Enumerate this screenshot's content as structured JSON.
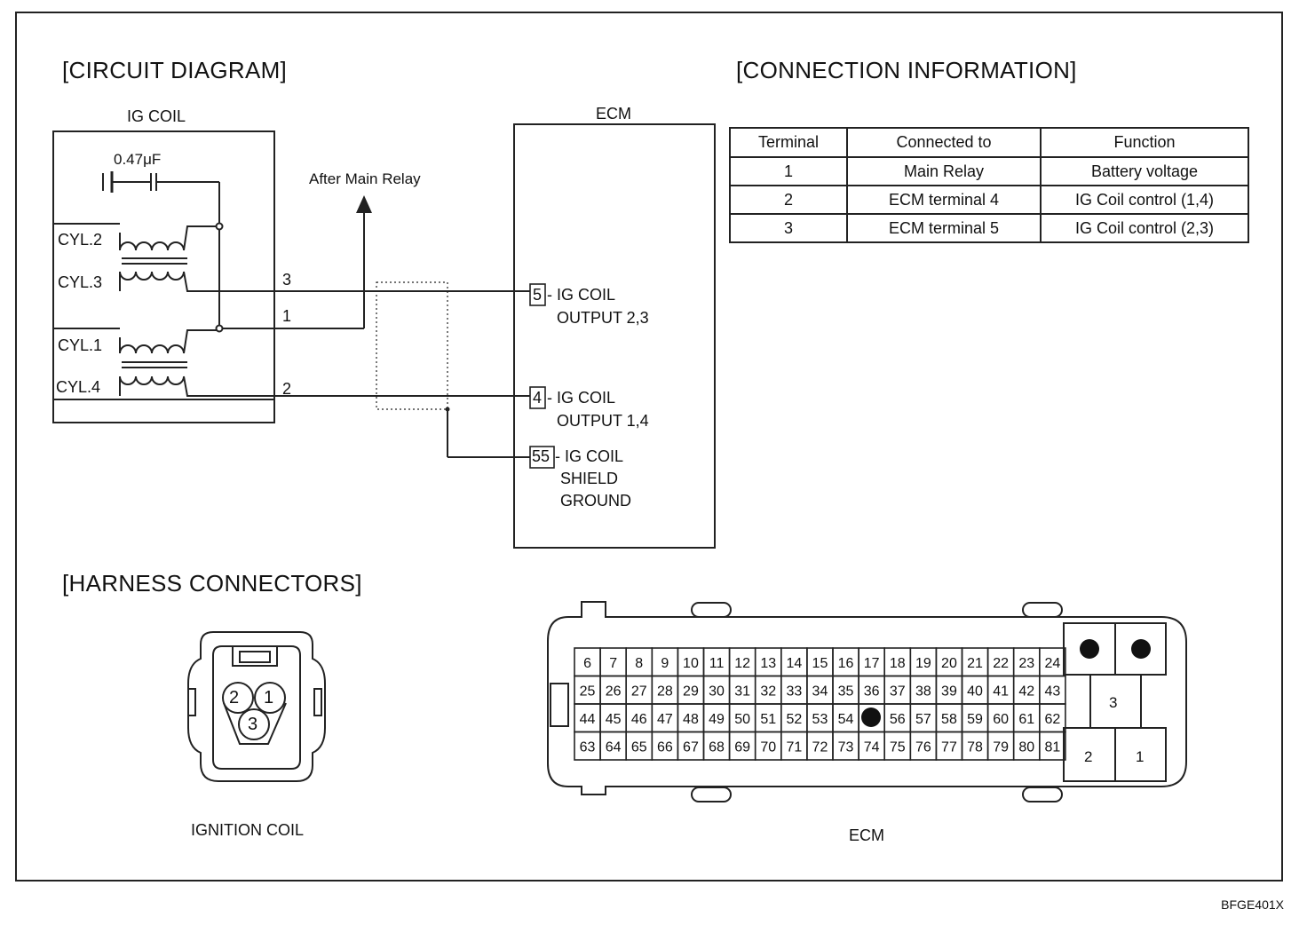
{
  "headings": {
    "circuit": "[CIRCUIT DIAGRAM]",
    "connection": "[CONNECTION INFORMATION]",
    "harness": "[HARNESS CONNECTORS]"
  },
  "circuit": {
    "ig_coil_title": "IG COIL",
    "capacitor": "0.47μF",
    "cyl2": "CYL.2",
    "cyl3": "CYL.3",
    "cyl1": "CYL.1",
    "cyl4": "CYL.4",
    "pin3": "3",
    "pin1": "1",
    "pin2": "2",
    "after_main_relay": "After Main Relay",
    "ecm_title": "ECM",
    "ecm_pin5": "5",
    "ecm_pin5_text1": "- IG COIL",
    "ecm_pin5_text2": "OUTPUT 2,3",
    "ecm_pin4": "4",
    "ecm_pin4_text1": "- IG COIL",
    "ecm_pin4_text2": "OUTPUT 1,4",
    "ecm_pin55": "55",
    "ecm_pin55_text1": "- IG COIL",
    "ecm_pin55_text2": "SHIELD",
    "ecm_pin55_text3": "GROUND"
  },
  "connection_table": {
    "headers": [
      "Terminal",
      "Connected to",
      "Function"
    ],
    "rows": [
      [
        "1",
        "Main Relay",
        "Battery voltage"
      ],
      [
        "2",
        "ECM terminal 4",
        "IG Coil control (1,4)"
      ],
      [
        "3",
        "ECM terminal 5",
        "IG Coil control (2,3)"
      ]
    ]
  },
  "harness": {
    "ignition_coil_label": "IGNITION COIL",
    "ignition_pins": [
      "2",
      "1",
      "3"
    ],
    "ecm_label": "ECM",
    "ecm_rows": [
      [
        "6",
        "7",
        "8",
        "9",
        "10",
        "11",
        "12",
        "13",
        "14",
        "15",
        "16",
        "17",
        "18",
        "19",
        "20",
        "21",
        "22",
        "23",
        "24"
      ],
      [
        "25",
        "26",
        "27",
        "28",
        "29",
        "30",
        "31",
        "32",
        "33",
        "34",
        "35",
        "36",
        "37",
        "38",
        "39",
        "40",
        "41",
        "42",
        "43"
      ],
      [
        "44",
        "45",
        "46",
        "47",
        "48",
        "49",
        "50",
        "51",
        "52",
        "53",
        "54",
        "",
        "56",
        "57",
        "58",
        "59",
        "60",
        "61",
        "62"
      ],
      [
        "63",
        "64",
        "65",
        "66",
        "67",
        "68",
        "69",
        "70",
        "71",
        "72",
        "73",
        "74",
        "75",
        "76",
        "77",
        "78",
        "79",
        "80",
        "81"
      ]
    ],
    "ecm_power_pins": [
      "3",
      "2",
      "1"
    ]
  },
  "footer_code": "BFGE401X"
}
